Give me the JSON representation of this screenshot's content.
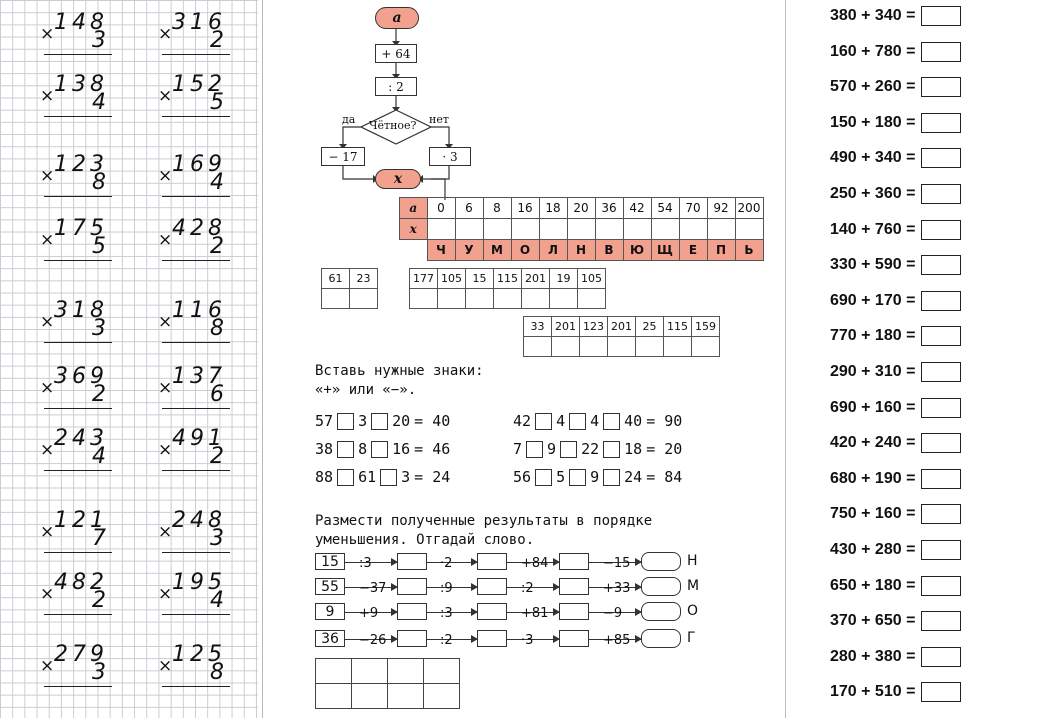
{
  "multiplications": [
    {
      "top": "148",
      "bottom": "3"
    },
    {
      "top": "316",
      "bottom": "2"
    },
    {
      "top": "138",
      "bottom": "4"
    },
    {
      "top": "152",
      "bottom": "5"
    },
    {
      "top": "123",
      "bottom": "8"
    },
    {
      "top": "169",
      "bottom": "4"
    },
    {
      "top": "175",
      "bottom": "5"
    },
    {
      "top": "428",
      "bottom": "2"
    },
    {
      "top": "318",
      "bottom": "3"
    },
    {
      "top": "116",
      "bottom": "8"
    },
    {
      "top": "369",
      "bottom": "2"
    },
    {
      "top": "137",
      "bottom": "6"
    },
    {
      "top": "243",
      "bottom": "4"
    },
    {
      "top": "491",
      "bottom": "2"
    },
    {
      "top": "121",
      "bottom": "7"
    },
    {
      "top": "248",
      "bottom": "3"
    },
    {
      "top": "482",
      "bottom": "2"
    },
    {
      "top": "195",
      "bottom": "4"
    },
    {
      "top": "279",
      "bottom": "3"
    },
    {
      "top": "125",
      "bottom": "8"
    }
  ],
  "mul_sign": "×",
  "flowchart": {
    "start": "a",
    "op1": "+ 64",
    "op2": ": 2",
    "decision": "Чётное?",
    "yes": "да",
    "no": "нет",
    "yes_op": "− 17",
    "no_op": "· 3",
    "end": "x"
  },
  "code_table": {
    "a_label": "a",
    "x_label": "x",
    "a_values": [
      "0",
      "6",
      "8",
      "16",
      "18",
      "20",
      "36",
      "42",
      "54",
      "70",
      "92",
      "200"
    ],
    "letters": [
      "Ч",
      "У",
      "М",
      "О",
      "Л",
      "Н",
      "В",
      "Ю",
      "Щ",
      "Е",
      "П",
      "Ь"
    ]
  },
  "decode": {
    "row1": [
      "61",
      "23"
    ],
    "row2": [
      "177",
      "105",
      "15",
      "115",
      "201",
      "19",
      "105"
    ],
    "row3": [
      "33",
      "201",
      "123",
      "201",
      "25",
      "115",
      "159"
    ]
  },
  "signs_task": {
    "heading_line1": "Вставь нужные знаки:",
    "heading_line2": "«+» или «−».",
    "left": [
      {
        "n": [
          "57",
          "3",
          "20"
        ],
        "r": "= 40"
      },
      {
        "n": [
          "38",
          "8",
          "16"
        ],
        "r": "= 46"
      },
      {
        "n": [
          "88",
          "61",
          "3"
        ],
        "r": "= 24"
      }
    ],
    "right": [
      {
        "n": [
          "42",
          "4",
          "4",
          "40"
        ],
        "r": "= 90"
      },
      {
        "n": [
          "7",
          "9",
          "22",
          "18"
        ],
        "r": "= 20"
      },
      {
        "n": [
          "56",
          "5",
          "9",
          "24"
        ],
        "r": "= 84"
      }
    ]
  },
  "order_task": {
    "heading_line1": "Размести полученные результаты в порядке",
    "heading_line2": "уменьшения. Отгадай слово.",
    "chains": [
      {
        "start": "15",
        "ops": [
          ":3",
          "·2",
          "+84",
          "−15"
        ],
        "letter": "Н"
      },
      {
        "start": "55",
        "ops": [
          "−37",
          ":9",
          ":2",
          "+33"
        ],
        "letter": "М"
      },
      {
        "start": "9",
        "ops": [
          "+9",
          ":3",
          "+81",
          "−9"
        ],
        "letter": "О"
      },
      {
        "start": "36",
        "ops": [
          "−26",
          ":2",
          "·3",
          "+85"
        ],
        "letter": "Г"
      }
    ]
  },
  "additions": [
    "380 + 340 =",
    "160 + 780 =",
    "570 + 260 =",
    "150 + 180 =",
    "490 + 340 =",
    "250 + 360 =",
    "140 + 760 =",
    "330 + 590 =",
    "690 + 170 =",
    "770 + 180 =",
    "290 + 310 =",
    "690 + 160 =",
    "420 + 240 =",
    "680 + 190 =",
    "750 + 160 =",
    "430 + 280 =",
    "650 + 180 =",
    "370 + 650 =",
    "280 + 380 =",
    "170 + 510 ="
  ]
}
